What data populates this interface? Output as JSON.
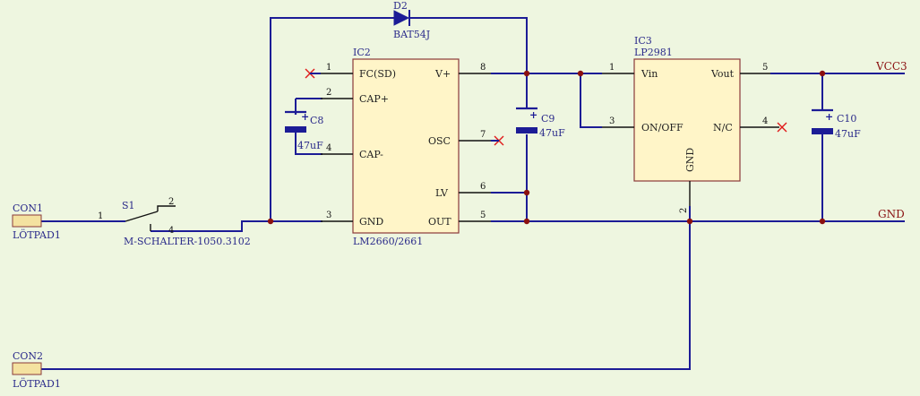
{
  "components": {
    "con1": {
      "ref": "CON1",
      "value": "LÖTPAD1"
    },
    "con2": {
      "ref": "CON2",
      "value": "LÖTPAD1"
    },
    "s1": {
      "ref": "S1",
      "value": "M-SCHALTER-1050.3102",
      "pins": [
        "1",
        "2",
        "4"
      ]
    },
    "d2": {
      "ref": "D2",
      "value": "BAT54J"
    },
    "ic2": {
      "ref": "IC2",
      "value": "LM2660/2661",
      "pins": [
        {
          "num": "1",
          "name": "FC(SD)"
        },
        {
          "num": "2",
          "name": "CAP+"
        },
        {
          "num": "4",
          "name": "CAP-"
        },
        {
          "num": "3",
          "name": "GND"
        },
        {
          "num": "8",
          "name": "V+"
        },
        {
          "num": "7",
          "name": "OSC"
        },
        {
          "num": "6",
          "name": "LV"
        },
        {
          "num": "5",
          "name": "OUT"
        }
      ]
    },
    "c8": {
      "ref": "C8",
      "value": "47uF"
    },
    "c9": {
      "ref": "C9",
      "value": "47uF"
    },
    "c10": {
      "ref": "C10",
      "value": "47uF"
    },
    "ic3": {
      "ref": "IC3",
      "value": "LP2981",
      "pins": [
        {
          "num": "1",
          "name": "Vin"
        },
        {
          "num": "3",
          "name": "ON/OFF"
        },
        {
          "num": "5",
          "name": "Vout"
        },
        {
          "num": "4",
          "name": "N/C"
        },
        {
          "num": "2",
          "name": "GND"
        }
      ]
    }
  },
  "nets": {
    "vcc": "VCC3",
    "gnd": "GND"
  },
  "colors": {
    "background": "#eef6e0",
    "wire": "#1c1c96",
    "body": "#fff5c8",
    "junction": "#8a1010",
    "no_connect": "#e01818"
  }
}
